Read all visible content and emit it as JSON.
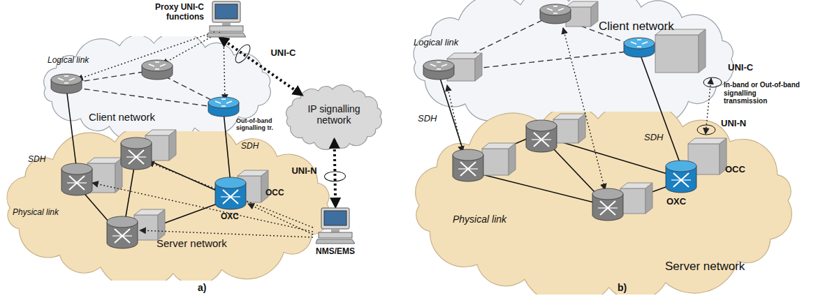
{
  "diagram": {
    "nodes": [
      {
        "text": [
          "Proxy UNI-C functions"
        ]
      },
      {
        "text": [
          "Client network"
        ]
      },
      {
        "text": [
          "IP signalling network"
        ]
      },
      {
        "text": [
          "Server network"
        ]
      },
      {
        "text": [
          "NMS/EMS"
        ]
      },
      {
        "text": [
          "Client network"
        ]
      },
      {
        "text": [
          "Server network"
        ]
      }
    ],
    "edges": [
      {
        "from": 0,
        "to": 2,
        "arrow": "both",
        "label": "UNI-C"
      },
      {
        "from": 2,
        "to": 4,
        "arrow": "both",
        "label": "UNI-N"
      }
    ],
    "labels": [
      "Logical link",
      "Out-of-band signalling tr.",
      "SDH",
      "SDH",
      "Physical link",
      "OXC",
      "OCC",
      "a)",
      "Logical link",
      "UNI-C",
      "In-band or Out-of-band signalling transmission",
      "UNI-N",
      "SDH",
      "SDH",
      "Physical link",
      "OXC",
      "OCC",
      "b)"
    ]
  }
}
